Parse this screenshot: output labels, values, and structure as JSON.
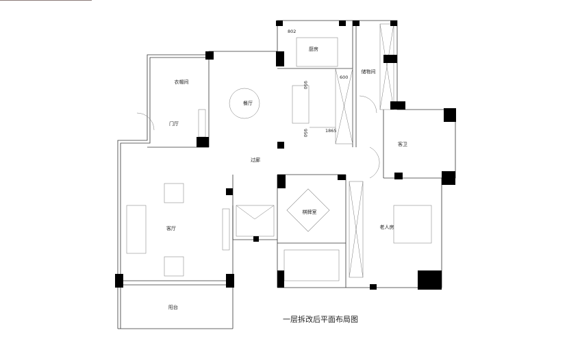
{
  "title": "一层拆改后平面布局图",
  "rooms": {
    "kitchen": "厨房",
    "cloakroom": "衣帽间",
    "dining": "餐厅",
    "storage": "储物间",
    "foyer": "门厅",
    "guest_bath": "客卫",
    "corridor": "过廊",
    "mahjong": "棋牌室",
    "living": "客厅",
    "elder_room": "老人房",
    "balcony": "阳台"
  },
  "dimensions": {
    "d802": "802",
    "d950_top": "950",
    "d600": "600",
    "d1865": "1865",
    "d950_bottom": "950"
  }
}
